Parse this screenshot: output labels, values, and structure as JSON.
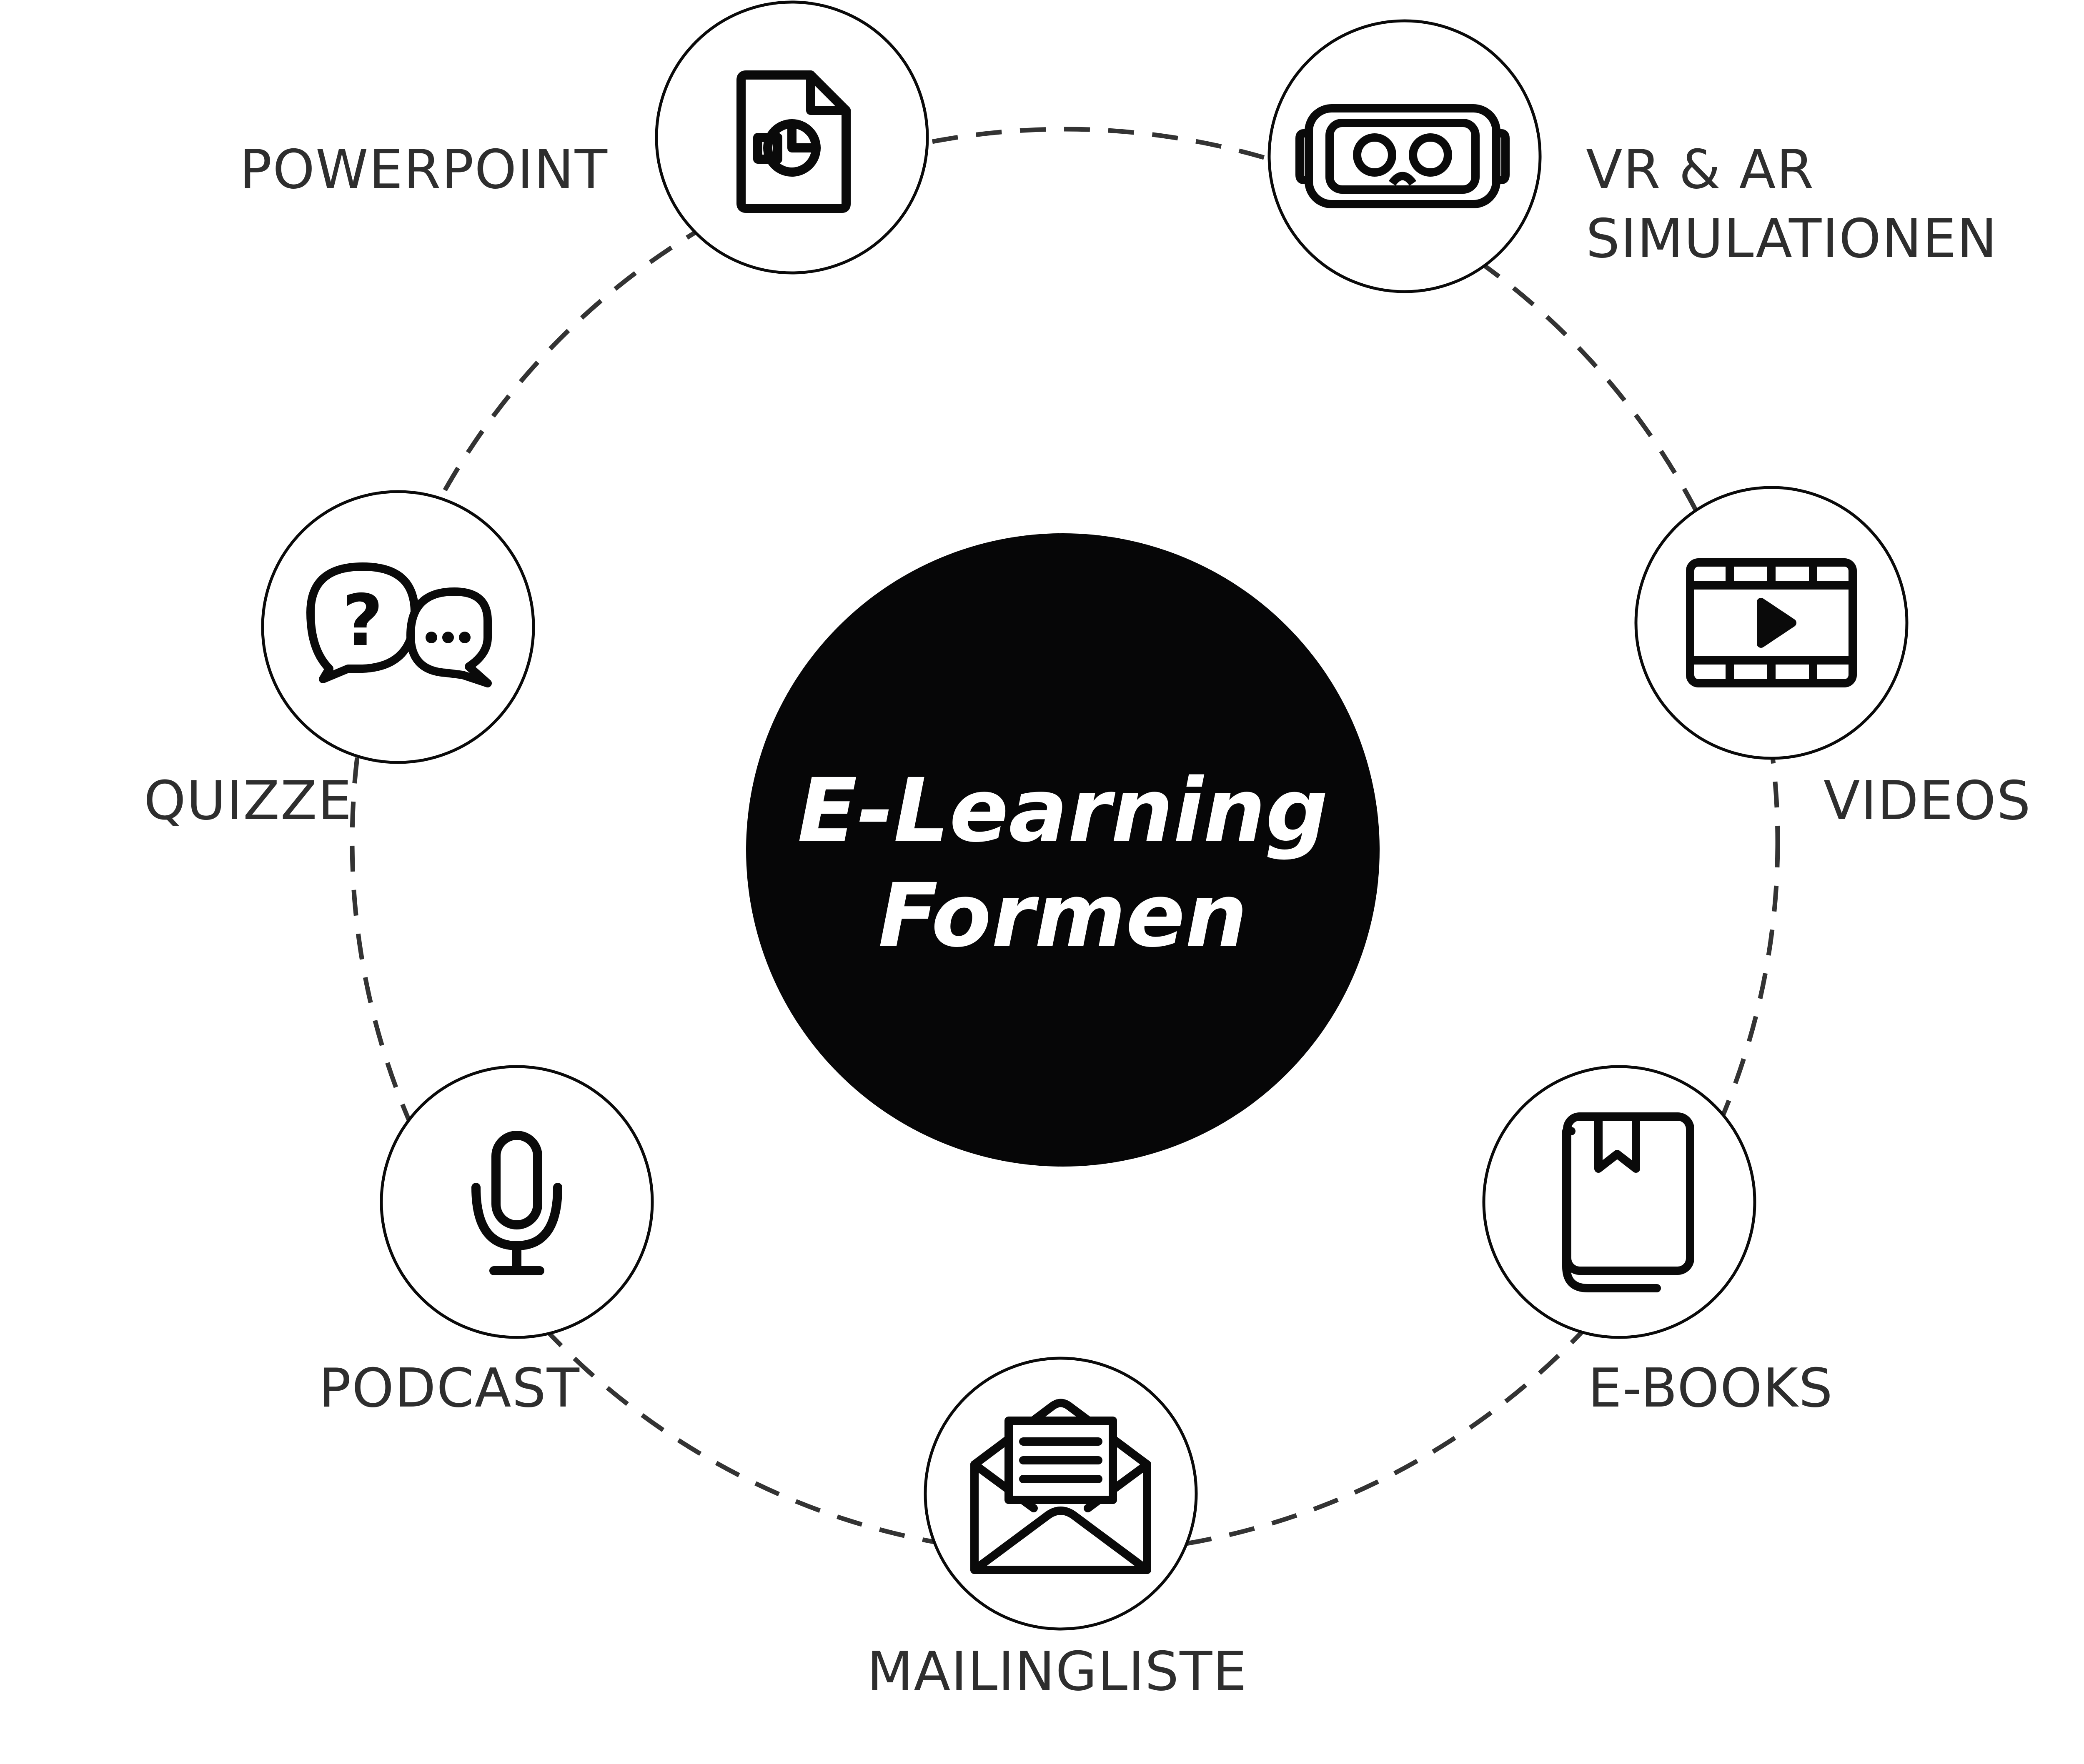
{
  "center": {
    "title_line1": "E-Learning",
    "title_line2": "Formen"
  },
  "nodes": [
    {
      "id": "powerpoint",
      "label": "POWERPOINT",
      "icon": "presentation-file-icon"
    },
    {
      "id": "vr-ar",
      "label_line1": "VR & AR",
      "label_line2": "SIMULATIONEN",
      "icon": "vr-headset-icon"
    },
    {
      "id": "videos",
      "label": "VIDEOS",
      "icon": "video-film-icon"
    },
    {
      "id": "ebooks",
      "label": "E-BOOKS",
      "icon": "book-icon"
    },
    {
      "id": "mailingliste",
      "label": "MAILINGLISTE",
      "icon": "open-envelope-icon"
    },
    {
      "id": "podcast",
      "label": "PODCAST",
      "icon": "microphone-icon"
    },
    {
      "id": "quizze",
      "label": "QUIZZE",
      "icon": "speech-bubbles-icon"
    }
  ],
  "colors": {
    "center_fill": "#060607",
    "stroke": "#0a0a0a",
    "dash": "#333333",
    "text": "#2e2e2e",
    "bg": "#ffffff"
  }
}
